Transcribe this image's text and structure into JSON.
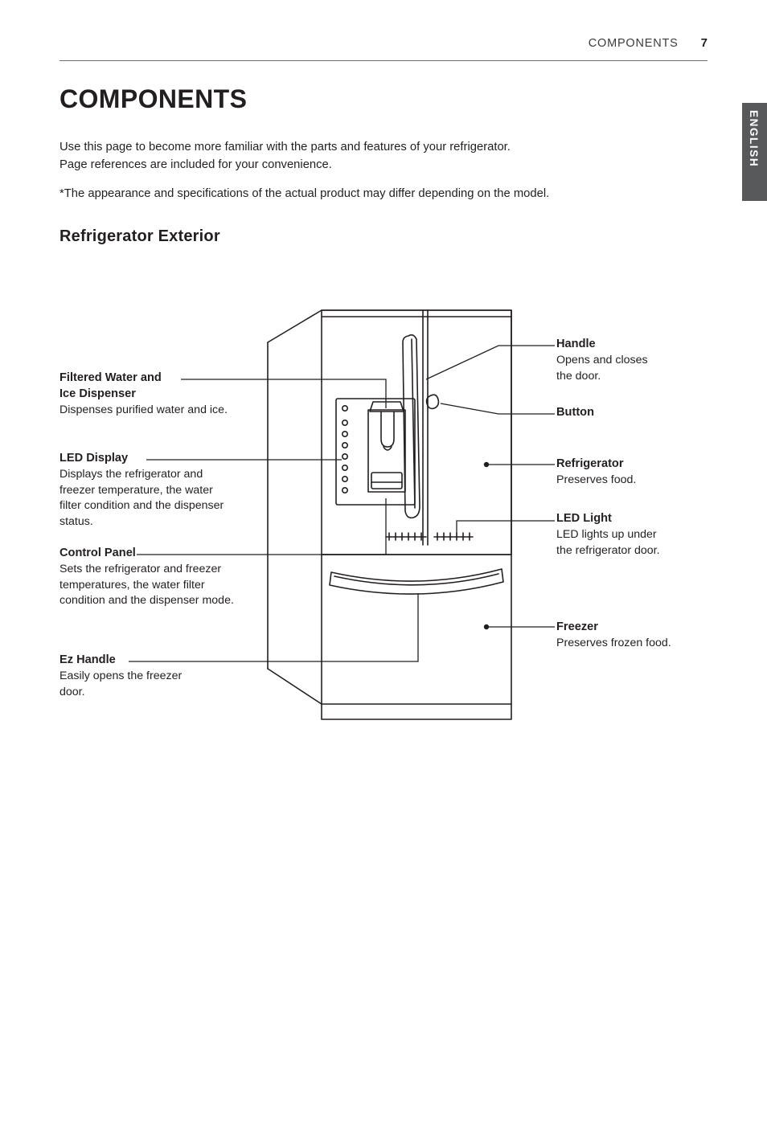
{
  "header": {
    "section": "COMPONENTS",
    "page_number": "7",
    "side_tab": "ENGLISH"
  },
  "page": {
    "title": "COMPONENTS",
    "intro_line1": "Use this page to become more familiar with the parts and features of your refrigerator.",
    "intro_line2": "Page references are included for your convenience.",
    "note": "*The appearance and specifications of the actual product may differ depending on the model.",
    "section_title": "Refrigerator Exterior"
  },
  "callouts": {
    "filtered_water": {
      "label": "Filtered Water and\nIce Dispenser",
      "description": "Dispenses purified water and ice."
    },
    "led_display": {
      "label": "LED Display",
      "description": "Displays the refrigerator and\nfreezer temperature, the water\nfilter condition and the dispenser\nstatus."
    },
    "control_panel": {
      "label": "Control Panel",
      "description": "Sets the refrigerator and freezer\ntemperatures, the water filter\ncondition and the dispenser mode."
    },
    "ez_handle": {
      "label": "Ez Handle",
      "description": "Easily opens the freezer\ndoor."
    },
    "handle": {
      "label": "Handle",
      "description": "Opens and closes\nthe door."
    },
    "button": {
      "label": "Button",
      "description": ""
    },
    "refrigerator": {
      "label": "Refrigerator",
      "description": "Preserves food."
    },
    "led_light": {
      "label": "LED Light",
      "description": "LED lights up under\nthe refrigerator door."
    },
    "freezer": {
      "label": "Freezer",
      "description": "Preserves frozen food."
    }
  },
  "colors": {
    "text": "#231f20",
    "rule": "#6d6e71",
    "side_tab_bg": "#58595b",
    "line_art": "#231f20"
  }
}
